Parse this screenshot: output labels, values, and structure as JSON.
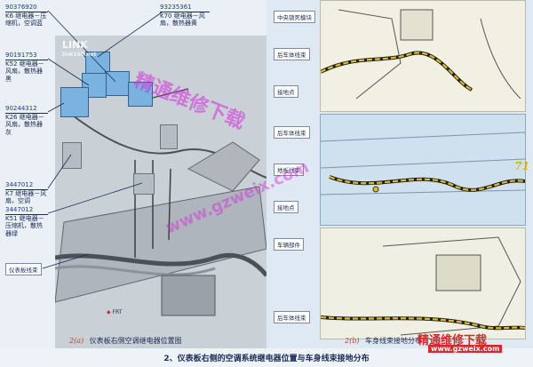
{
  "left_panel": {
    "callouts": [
      {
        "part": "90376920",
        "desc": "K6 继电器－压缩机，空调蓝"
      },
      {
        "part": "90191753",
        "desc": "K52 继电器－风扇，散热器黑"
      },
      {
        "part": "90244312",
        "desc": "K26 继电器－风扇，散热器灰"
      },
      {
        "part": "3447012",
        "desc": "K7 继电器－风扇，空调"
      },
      {
        "part": "3447012",
        "desc": "K51 继电器－压缩机，散热器绿"
      }
    ],
    "top_callout": {
      "part": "93235361",
      "desc": "K70 继电器－风扇，散热器黄"
    },
    "harness_label": "仪表板线束",
    "frt_label": "FRT",
    "caption_num": "2(a)",
    "caption_text": "仪表板右侧空调继电器位置图"
  },
  "right_panel": {
    "labels": [
      "中央锁死模块",
      "后车体线束",
      "接地点",
      "后车体线束",
      "地板线束",
      "接地点",
      "车辆部件",
      "后车体线束"
    ],
    "caption_num": "2(b)",
    "caption_text": "车身线束接地分布"
  },
  "bottom_caption": "2、仪表板右侧的空调系统继电器位置与车身线束接地分布",
  "page_number": "71",
  "watermarks": {
    "diagonal": "精通维修下载",
    "url_diagonal": "www.gzweix.com",
    "brand": "LINK",
    "brand_url": "link168.net",
    "corner_title": "精通维修下载",
    "corner_url": "www.gzweix.com"
  }
}
